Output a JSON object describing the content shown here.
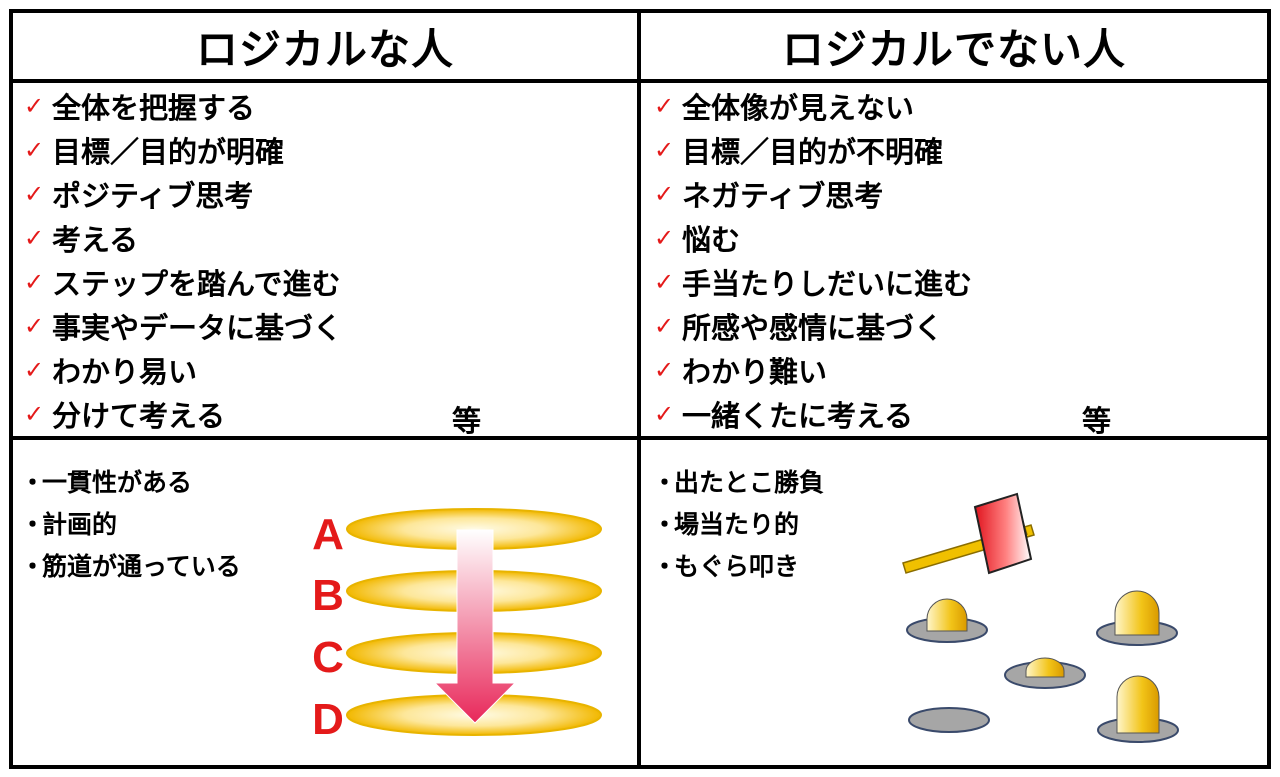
{
  "left": {
    "title": "ロジカルな人",
    "items": [
      "全体を把握する",
      "目標／目的が明確",
      "ポジティブ思考",
      "考える",
      "ステップを踏んで進む",
      "事実やデータに基づく",
      "わかり易い",
      "分けて考える"
    ],
    "etc": "等",
    "bullets": [
      "一貫性がある",
      "計画的",
      "筋道が通っている"
    ],
    "layers": [
      "A",
      "B",
      "C",
      "D"
    ]
  },
  "right": {
    "title": "ロジカルでない人",
    "items": [
      "全体像が見えない",
      "目標／目的が不明確",
      "ネガティブ思考",
      "悩む",
      "手当たりしだいに進む",
      "所感や感情に基づく",
      "わかり難い",
      "一緒くたに考える"
    ],
    "etc": "等",
    "bullets": [
      "出たとこ勝負",
      "場当たり的",
      "もぐら叩き"
    ]
  },
  "check_mark": "✓",
  "bullet_mark": "・",
  "colors": {
    "check": "#e41a1a",
    "letters": "#e41a1a",
    "disk": "#f5c400",
    "arrow": "#e8285a",
    "hammer_stick": "#f0c000",
    "hammer_head": "#e0141e",
    "mole": "#f2c418",
    "hole": "#a6a6a6"
  }
}
